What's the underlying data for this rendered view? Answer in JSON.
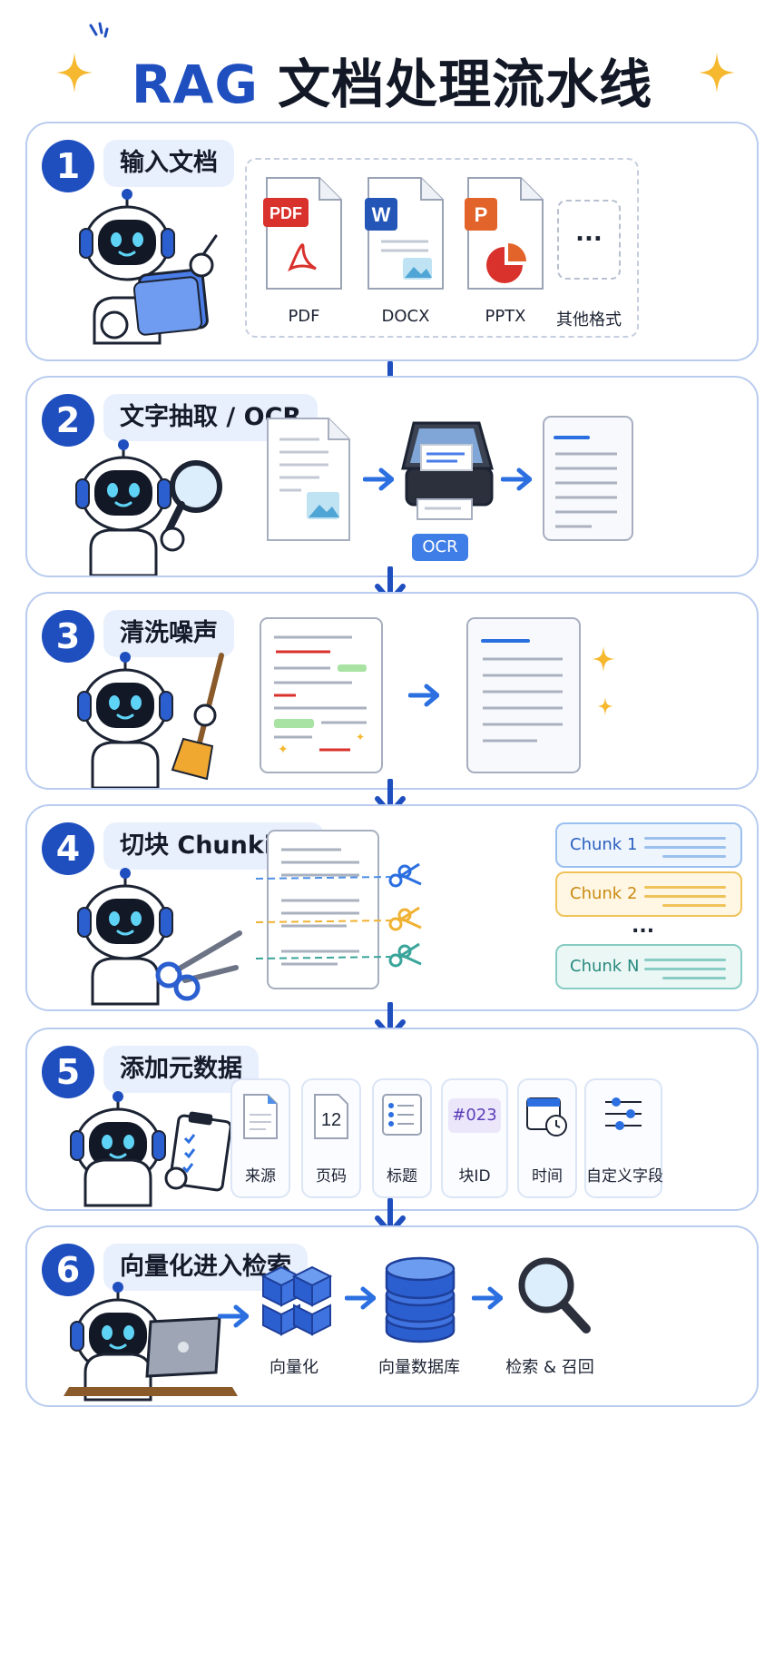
{
  "title": {
    "part1": "RAG",
    "part2": "文档处理流水线"
  },
  "stages": [
    {
      "number": "1",
      "name": "输入文档",
      "formats": [
        "PDF",
        "DOCX",
        "PPTX",
        "其他格式"
      ],
      "icon_badges": [
        "PDF",
        "W",
        "P"
      ],
      "ellipsis": "..."
    },
    {
      "number": "2",
      "name": "文字抽取 / OCR",
      "ocr_label": "OCR"
    },
    {
      "number": "3",
      "name": "清洗噪声"
    },
    {
      "number": "4",
      "name": "切块 Chunking",
      "chunks": [
        "Chunk 1",
        "Chunk 2",
        "Chunk N"
      ],
      "ellipsis": "..."
    },
    {
      "number": "5",
      "name": "添加元数据",
      "fields": [
        "来源",
        "页码",
        "标题",
        "块ID",
        "时间",
        "自定义字段"
      ],
      "icon_texts": {
        "page": "12",
        "id": "#023"
      }
    },
    {
      "number": "6",
      "name": "向量化进入检索",
      "steps": [
        "向量化",
        "向量数据库",
        "检索 & 召回"
      ]
    }
  ],
  "colors": {
    "primary": "#1f4fbf",
    "accent_blue": "#2b6fe0",
    "border": "#b9ccef",
    "pill_bg": "#e9f0fd",
    "chunk1": "#4f8fe6",
    "chunk2": "#f0b232",
    "chunkN": "#3aa59a",
    "sparkle": "#f5b82e"
  }
}
